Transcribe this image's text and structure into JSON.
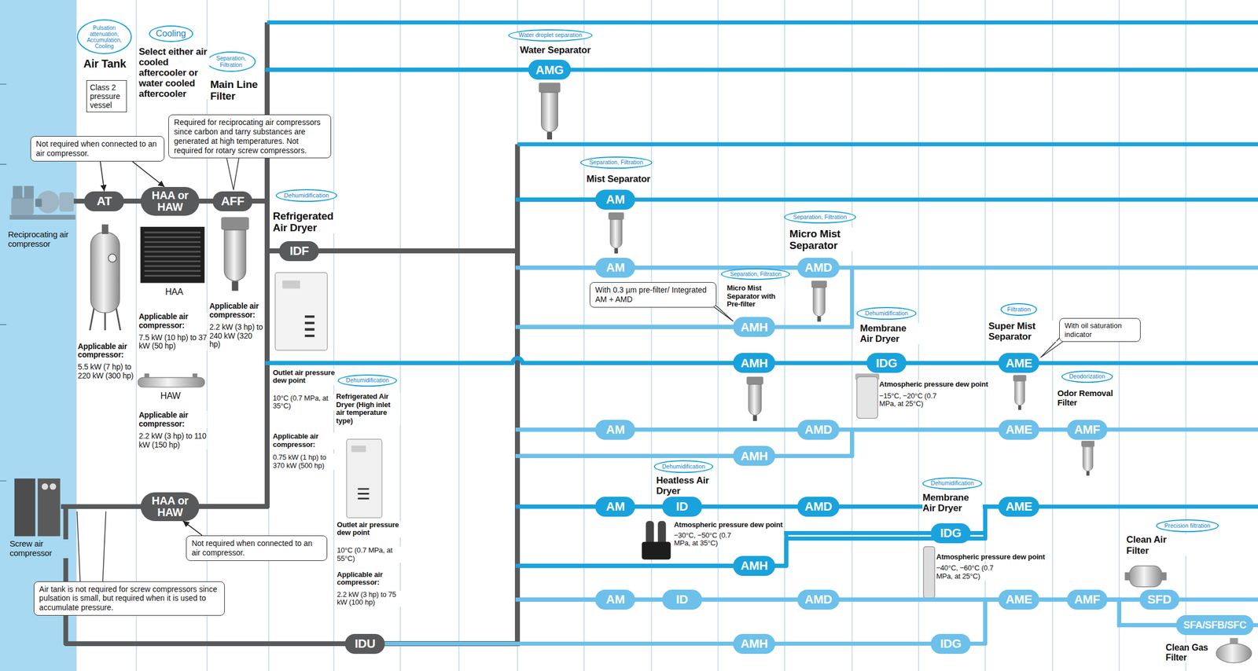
{
  "diagram": {
    "nodes": [
      {
        "text": [
          "Pulsation attenuation, Accumulation, Cooling"
        ]
      },
      {
        "text": [
          "Cooling"
        ]
      },
      {
        "text": [
          "Class 2 pressure vessel"
        ]
      },
      {
        "text": [
          "Separation, Filtration"
        ]
      },
      {
        "text": [
          "Required for reciprocating air compressors since carbon and tarry substances are generated at high temperatures. Not required for rotary screw compressors."
        ]
      },
      {
        "text": [
          "Not required when connected to an air compressor."
        ]
      },
      {
        "text": [
          "Water droplet separation"
        ]
      },
      {
        "text": [
          "AMG"
        ]
      },
      {
        "text": [
          "AT"
        ]
      },
      {
        "text": [
          "HAA or HAW"
        ]
      },
      {
        "text": [
          "AFF"
        ]
      },
      {
        "text": [
          "Dehumidification"
        ]
      },
      {
        "text": [
          "Separation, Filtration"
        ]
      },
      {
        "text": [
          "AM"
        ]
      },
      {
        "text": [
          "Separation, Filtration"
        ]
      },
      {
        "text": [
          "IDF"
        ]
      },
      {
        "text": [
          "AM"
        ]
      },
      {
        "text": [
          "AMD"
        ]
      },
      {
        "text": [
          "Separation, Filtration"
        ]
      },
      {
        "text": [
          "With 0.3 µm pre-filter/ Integrated AM + AMD"
        ]
      },
      {
        "text": [
          "AMH"
        ]
      },
      {
        "text": [
          "Dehumidification"
        ]
      },
      {
        "text": [
          "Filtration"
        ]
      },
      {
        "text": [
          "With oil saturation indicator"
        ]
      },
      {
        "text": [
          "AMH"
        ]
      },
      {
        "text": [
          "IDG"
        ]
      },
      {
        "text": [
          "AME"
        ]
      },
      {
        "text": [
          "Dehumidification"
        ]
      },
      {
        "text": [
          "Deodorization"
        ]
      },
      {
        "text": [
          "AM"
        ]
      },
      {
        "text": [
          "AMD"
        ]
      },
      {
        "text": [
          "AME"
        ]
      },
      {
        "text": [
          "AMF"
        ]
      },
      {
        "text": [
          "AMH"
        ]
      },
      {
        "text": [
          "Dehumidification"
        ]
      },
      {
        "text": [
          "Dehumidification"
        ]
      },
      {
        "text": [
          "HAA or HAW"
        ]
      },
      {
        "text": [
          "AM"
        ]
      },
      {
        "text": [
          "ID"
        ]
      },
      {
        "text": [
          "AMD"
        ]
      },
      {
        "text": [
          "AME"
        ]
      },
      {
        "text": [
          "Precision filtration"
        ]
      },
      {
        "text": [
          "IDG"
        ]
      },
      {
        "text": [
          "Not required when connected to an air compressor."
        ]
      },
      {
        "text": [
          "AMH"
        ]
      },
      {
        "text": [
          "Air tank is not required for screw compressors since pulsation is small, but required when it is used to accumulate pressure."
        ]
      },
      {
        "text": [
          "AM"
        ]
      },
      {
        "text": [
          "ID"
        ]
      },
      {
        "text": [
          "AMD"
        ]
      },
      {
        "text": [
          "AME"
        ]
      },
      {
        "text": [
          "AMF"
        ]
      },
      {
        "text": [
          "SFD"
        ]
      },
      {
        "text": [
          "SFA/SFB/SFC"
        ]
      },
      {
        "text": [
          "IDU"
        ]
      },
      {
        "text": [
          "AMH"
        ]
      },
      {
        "text": [
          "IDG"
        ]
      }
    ],
    "edges": [
      {
        "from": 8,
        "to": 9,
        "arrow": "none"
      },
      {
        "from": 9,
        "to": 10,
        "arrow": "none"
      },
      {
        "from": 10,
        "to": 7,
        "arrow": "none"
      },
      {
        "from": 10,
        "to": 15,
        "arrow": "none"
      },
      {
        "from": 10,
        "to": 24,
        "arrow": "none"
      },
      {
        "from": 36,
        "to": 7,
        "arrow": "none"
      },
      {
        "from": 36,
        "to": 15,
        "arrow": "none"
      },
      {
        "from": 36,
        "to": 24,
        "arrow": "none"
      },
      {
        "from": 15,
        "to": 13,
        "arrow": "none"
      },
      {
        "from": 15,
        "to": 16,
        "arrow": "none"
      },
      {
        "from": 15,
        "to": 20,
        "arrow": "none"
      },
      {
        "from": 15,
        "to": 29,
        "arrow": "none"
      },
      {
        "from": 15,
        "to": 33,
        "arrow": "none"
      },
      {
        "from": 15,
        "to": 37,
        "arrow": "none"
      },
      {
        "from": 15,
        "to": 44,
        "arrow": "none"
      },
      {
        "from": 15,
        "to": 46,
        "arrow": "none"
      },
      {
        "from": 15,
        "to": 54,
        "arrow": "none"
      },
      {
        "from": 53,
        "to": 13,
        "arrow": "none"
      },
      {
        "from": 53,
        "to": 16,
        "arrow": "none"
      },
      {
        "from": 53,
        "to": 20,
        "arrow": "none"
      },
      {
        "from": 53,
        "to": 29,
        "arrow": "none"
      },
      {
        "from": 53,
        "to": 33,
        "arrow": "none"
      },
      {
        "from": 53,
        "to": 37,
        "arrow": "none"
      },
      {
        "from": 53,
        "to": 44,
        "arrow": "none"
      },
      {
        "from": 53,
        "to": 46,
        "arrow": "none"
      },
      {
        "from": 53,
        "to": 54,
        "arrow": "none"
      },
      {
        "from": 16,
        "to": 17,
        "arrow": "none"
      },
      {
        "from": 24,
        "to": 25,
        "arrow": "none"
      },
      {
        "from": 25,
        "to": 26,
        "arrow": "none"
      },
      {
        "from": 29,
        "to": 30,
        "arrow": "none"
      },
      {
        "from": 30,
        "to": 31,
        "arrow": "none"
      },
      {
        "from": 31,
        "to": 32,
        "arrow": "none"
      },
      {
        "from": 33,
        "to": 31,
        "arrow": "none"
      },
      {
        "from": 37,
        "to": 38,
        "arrow": "none"
      },
      {
        "from": 38,
        "to": 39,
        "arrow": "none"
      },
      {
        "from": 39,
        "to": 40,
        "arrow": "none"
      },
      {
        "from": 44,
        "to": 42,
        "arrow": "none"
      },
      {
        "from": 42,
        "to": 40,
        "arrow": "none"
      },
      {
        "from": 46,
        "to": 47,
        "arrow": "none"
      },
      {
        "from": 47,
        "to": 48,
        "arrow": "none"
      },
      {
        "from": 48,
        "to": 49,
        "arrow": "none"
      },
      {
        "from": 49,
        "to": 50,
        "arrow": "none"
      },
      {
        "from": 50,
        "to": 51,
        "arrow": "none"
      },
      {
        "from": 50,
        "to": 52,
        "arrow": "none"
      },
      {
        "from": 54,
        "to": 55,
        "arrow": "none"
      },
      {
        "from": 55,
        "to": 49,
        "arrow": "none"
      },
      {
        "from": 5,
        "to": 8,
        "arrow": "to"
      },
      {
        "from": 5,
        "to": 9,
        "arrow": "to"
      },
      {
        "from": 43,
        "to": 36,
        "arrow": "to"
      }
    ],
    "labels": [
      "Air Tank",
      "Select either air cooled aftercooler or water cooled aftercooler",
      "Main Line Filter",
      "Water Separator",
      "Refrigerated Air Dryer",
      "Mist Separator",
      "Micro Mist Separator",
      "Micro Mist Separator with Pre-filter",
      "Membrane Air Dryer",
      "Super Mist Separator",
      "Odor Removal Filter",
      "Heatless Air Dryer",
      "Membrane Air Dryer",
      "Clean Air Filter",
      "Clean Gas Filter",
      "Reciprocating air compressor",
      "Screw air compressor",
      "HAA",
      "HAW",
      "Applicable air compressor:",
      "5.5 kW (7 hp) to 220 kW (300 hp)",
      "Applicable air compressor:",
      "7.5 kW (10 hp) to 37 kW (50 hp)",
      "Applicable air compressor:",
      "2.2 kW (3 hp) to 110 kW (150 hp)",
      "Applicable air compressor:",
      "2.2 kW (3 hp) to 240 kW (320 hp)",
      "Outlet air pressure dew point",
      "10°C (0.7 MPa, at 35°C)",
      "Applicable air compressor:",
      "0.75 kW (1 hp) to 370 kW (500 hp)",
      "Refrigerated Air Dryer (High inlet air temperature type)",
      "Outlet air pressure dew point",
      "10°C (0.7 MPa, at 55°C)",
      "Applicable air compressor:",
      "2.2 kW (3 hp) to 75 kW (100 hp)",
      "Atmospheric pressure dew point",
      "−15°C, −20°C (0.7 MPa, at 25°C)",
      "Atmospheric pressure dew point",
      "−30°C, −50°C (0.7 MPa, at 35°C)",
      "Atmospheric pressure dew point",
      "−40°C, −60°C (0.7 MPa, at 25°C)"
    ]
  }
}
